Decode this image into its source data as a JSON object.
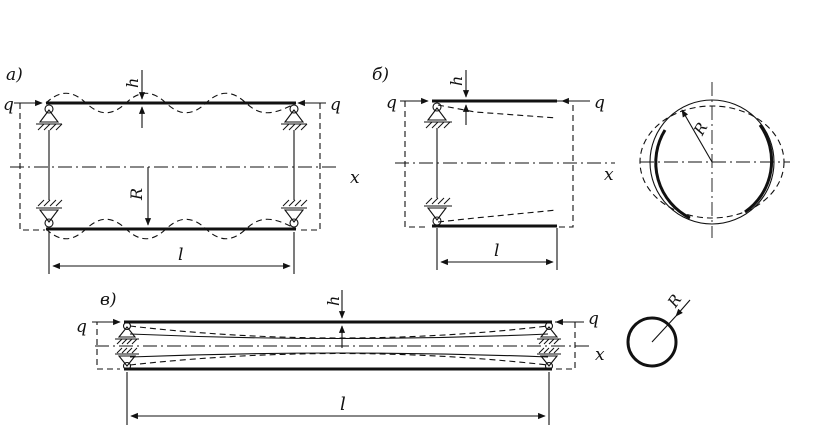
{
  "diagram": {
    "panel_a": {
      "label": "а)",
      "load_left": "q",
      "load_right": "q",
      "deflection": "h",
      "radius": "R",
      "span": "l",
      "axis": "x"
    },
    "panel_b": {
      "label": "б)",
      "load_left": "q",
      "load_right": "q",
      "deflection": "h",
      "span": "l",
      "axis": "x",
      "section_radius": "R"
    },
    "panel_v": {
      "label": "в)",
      "load_left": "q",
      "load_right": "q",
      "deflection": "h",
      "span": "l",
      "axis": "x",
      "section_radius": "R"
    }
  }
}
